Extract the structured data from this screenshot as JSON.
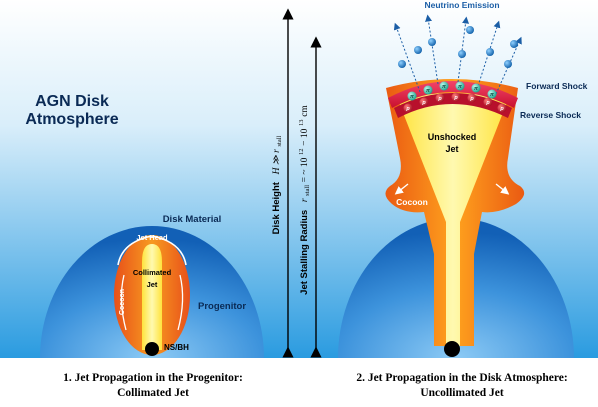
{
  "atmosphere_label": [
    "AGN Disk",
    "Atmosphere"
  ],
  "left_panel": {
    "disk_material": "Disk Material",
    "jet_head": "Jet Head",
    "collimated_jet": [
      "Collimated",
      "Jet"
    ],
    "cocoon": "Cocoon",
    "progenitor": "Progenitor",
    "ns_bh": "NS/BH",
    "caption": [
      "1. Jet Propagation in the Progenitor:",
      "Collimated Jet"
    ]
  },
  "scale_arrows": {
    "disk_height_text": "Disk Height",
    "disk_height_math": "H ≫ r",
    "disk_height_sub": "stall",
    "stalling_text": "Jet Stalling Radius",
    "stalling_r": "r",
    "stalling_sub": "stall",
    "stalling_eq": "= ~ 10",
    "stalling_exp1": "12",
    "stalling_dash": " − 10",
    "stalling_exp2": "13",
    "stalling_unit": " cm"
  },
  "right_panel": {
    "neutrino_emission": "Neutrino Emission",
    "forward_shock": "Forward Shock",
    "reverse_shock": "Reverse Shock",
    "unshocked_jet": [
      "Unshocked",
      "Jet"
    ],
    "cocoon": "Cocoon",
    "particle_p": "p",
    "particle_pi": "π",
    "caption": [
      "2. Jet Propagation in the Disk Atmosphere:",
      "Uncollimated Jet"
    ]
  },
  "colors": {
    "sky_top": "#ffffff",
    "sky_bottom": "#2a9be0",
    "progenitor": "#1e73c8",
    "cocoon": "#f07a10",
    "jet": "#fff27a",
    "shock": "#e01e4a",
    "pion": "#2cc0a8",
    "proton": "#c0142a",
    "neutrino": "#1b5ea6"
  }
}
